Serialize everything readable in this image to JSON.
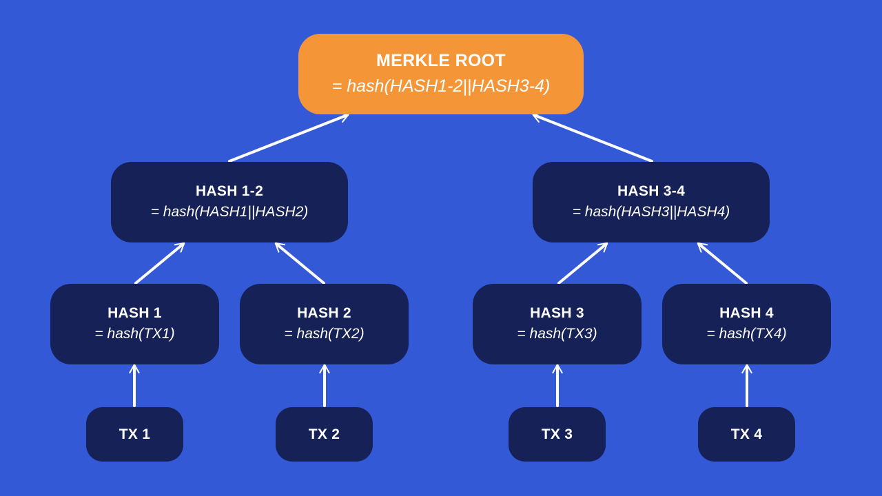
{
  "colors": {
    "background": "#3459d6",
    "node": "#162257",
    "root_node": "#f49637",
    "text": "#ffffff",
    "arrow": "#ffffff"
  },
  "root": {
    "title": "MERKLE ROOT",
    "formula": "= hash(HASH1-2||HASH3-4)"
  },
  "level1": [
    {
      "title": "HASH 1-2",
      "formula": "= hash(HASH1||HASH2)"
    },
    {
      "title": "HASH 3-4",
      "formula": "= hash(HASH3||HASH4)"
    }
  ],
  "level2": [
    {
      "title": "HASH 1",
      "formula": "= hash(TX1)"
    },
    {
      "title": "HASH 2",
      "formula": "= hash(TX2)"
    },
    {
      "title": "HASH 3",
      "formula": "= hash(TX3)"
    },
    {
      "title": "HASH 4",
      "formula": "= hash(TX4)"
    }
  ],
  "transactions": [
    {
      "label": "TX 1"
    },
    {
      "label": "TX 2"
    },
    {
      "label": "TX 3"
    },
    {
      "label": "TX 4"
    }
  ]
}
